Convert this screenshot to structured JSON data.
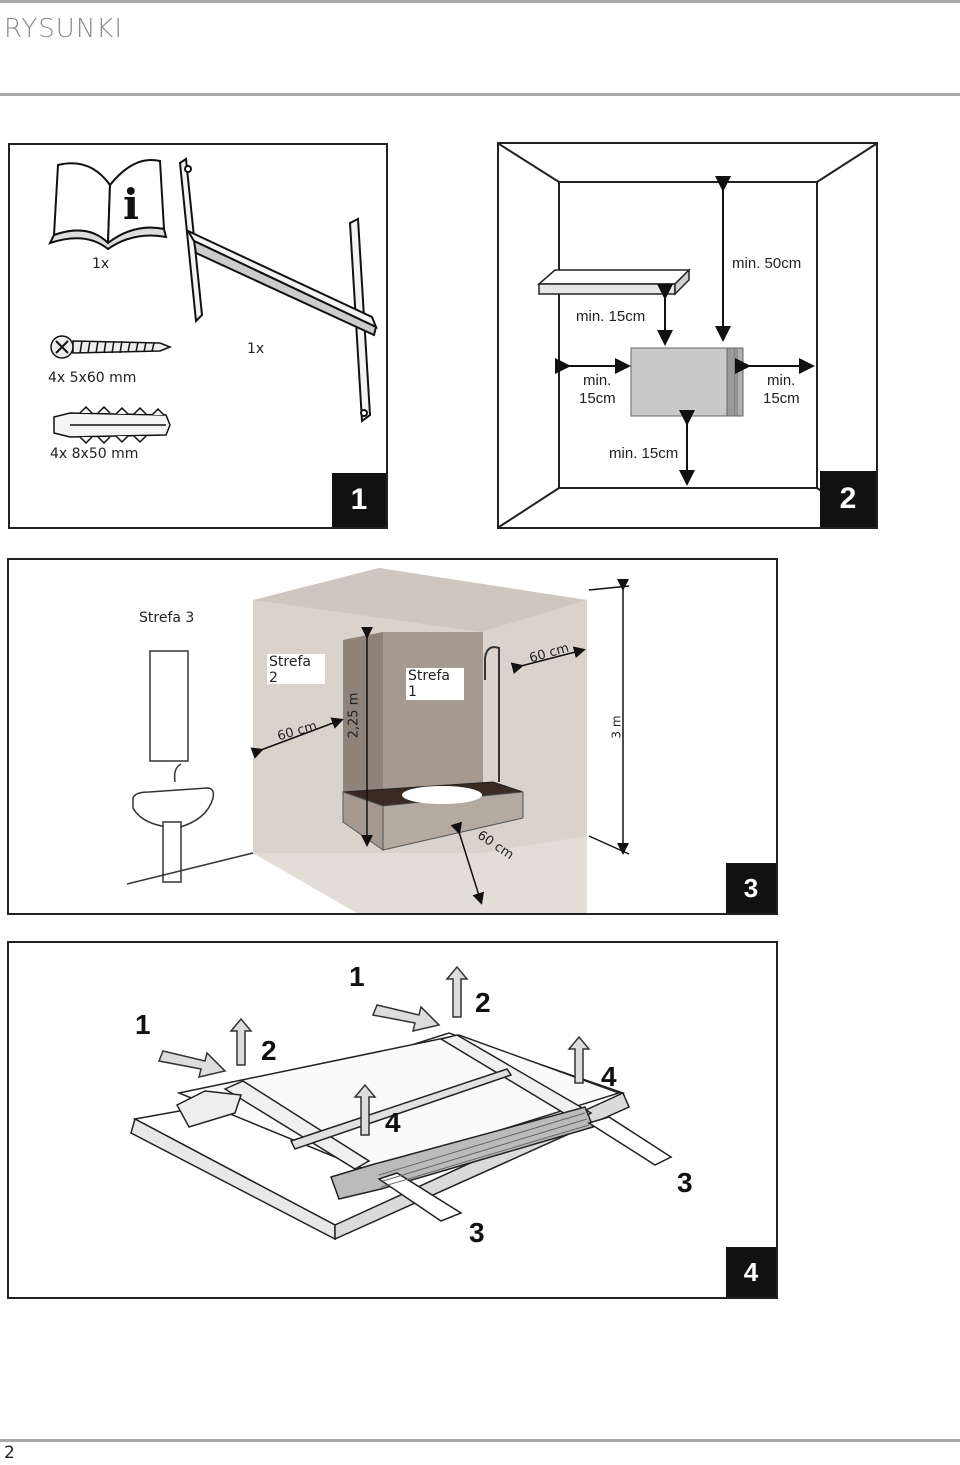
{
  "header": {
    "title": "RYSUNKI"
  },
  "figure1": {
    "badge": "1",
    "manual_qty": "1x",
    "bracket_qty": "1x",
    "screws_label": "4x 5x60 mm",
    "plugs_label": "4x 8x50 mm"
  },
  "figure2": {
    "badge": "2",
    "top": "min. 50cm",
    "shelf_gap": "min. 15cm",
    "left_line1": "min.",
    "left_line2": "15cm",
    "right_line1": "min.",
    "right_line2": "15cm",
    "bottom": "min. 15cm"
  },
  "figure3": {
    "badge": "3",
    "zone3": "Strefa 3",
    "zone2": "Strefa 2",
    "zone1": "Strefa 1",
    "dim_60_left": "60 cm",
    "dim_225": "2,25 m",
    "dim_60_top": "60 cm",
    "dim_3m": "3 m",
    "dim_60_bottom": "60 cm"
  },
  "figure4": {
    "badge": "4",
    "steps": [
      "1",
      "2",
      "1",
      "2",
      "4",
      "4",
      "3",
      "3"
    ]
  },
  "footer": {
    "page_number": "2"
  }
}
